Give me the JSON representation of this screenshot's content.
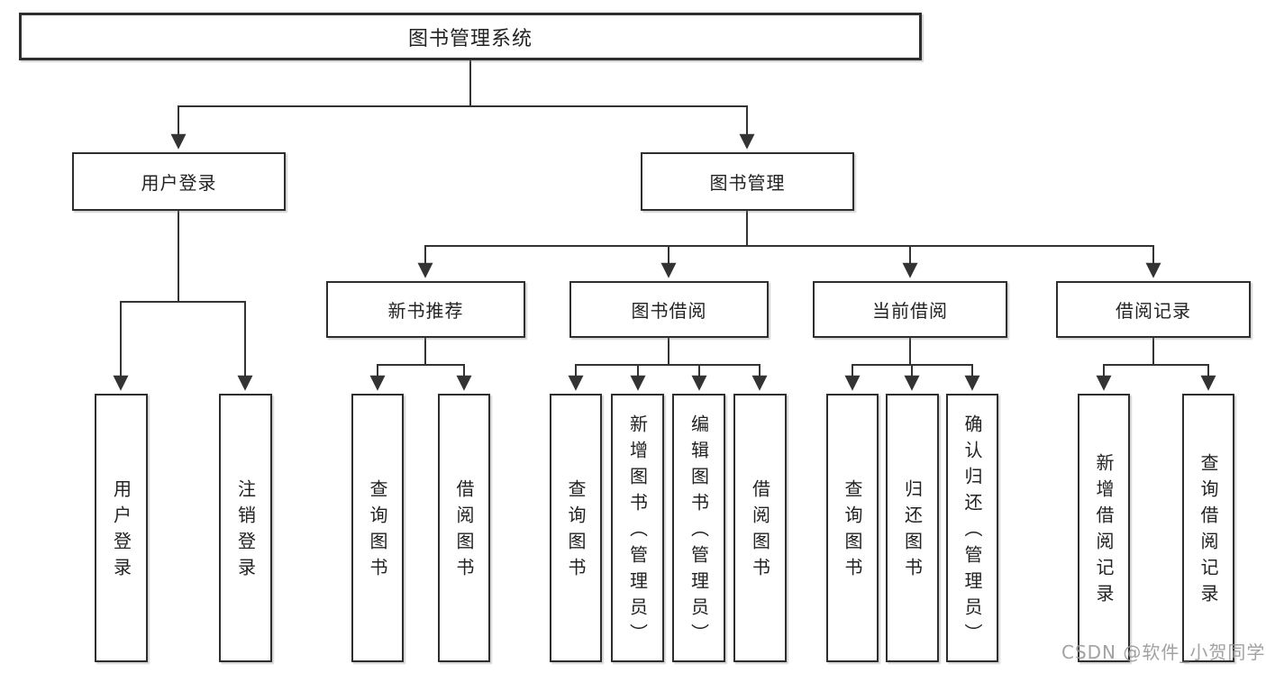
{
  "diagram_title": "图书管理系统",
  "nodes": {
    "root": {
      "label": "图书管理系统"
    },
    "user_login": {
      "label": "用户登录"
    },
    "book_mgmt": {
      "label": "图书管理"
    },
    "new_book_rec": {
      "label": "新书推荐"
    },
    "book_borrow": {
      "label": "图书借阅"
    },
    "current_borrow": {
      "label": "当前借阅"
    },
    "borrow_records": {
      "label": "借阅记录"
    },
    "leaf_user_login": {
      "label": "用户登录"
    },
    "leaf_logout": {
      "label": "注销登录"
    },
    "leaf_query_book_rec": {
      "label": "查询图书"
    },
    "leaf_borrow_book_rec": {
      "label": "借阅图书"
    },
    "leaf_query_book_borrow": {
      "label": "查询图书"
    },
    "leaf_add_book": {
      "label": "新增图书（管理员）"
    },
    "leaf_edit_book": {
      "label": "编辑图书（管理员）"
    },
    "leaf_borrow_book_borrow": {
      "label": "借阅图书"
    },
    "leaf_query_book_current": {
      "label": "查询图书"
    },
    "leaf_return_book": {
      "label": "归还图书"
    },
    "leaf_confirm_return": {
      "label": "确认归还（管理员）"
    },
    "leaf_add_borrow_record": {
      "label": "新增借阅记录"
    },
    "leaf_query_borrow_record": {
      "label": "查询借阅记录"
    }
  },
  "hierarchy": {
    "图书管理系统": {
      "用户登录": [
        "用户登录",
        "注销登录"
      ],
      "图书管理": {
        "新书推荐": [
          "查询图书",
          "借阅图书"
        ],
        "图书借阅": [
          "查询图书",
          "新增图书（管理员）",
          "编辑图书（管理员）",
          "借阅图书"
        ],
        "当前借阅": [
          "查询图书",
          "归还图书",
          "确认归还（管理员）"
        ],
        "借阅记录": [
          "新增借阅记录",
          "查询借阅记录"
        ]
      }
    }
  },
  "watermark": {
    "text": "CSDN @软件_小贺同学",
    "color": "#989898"
  },
  "colors": {
    "line": "#333333",
    "box_border": "#2e2e2e",
    "text": "#222222",
    "background": "#ffffff"
  }
}
